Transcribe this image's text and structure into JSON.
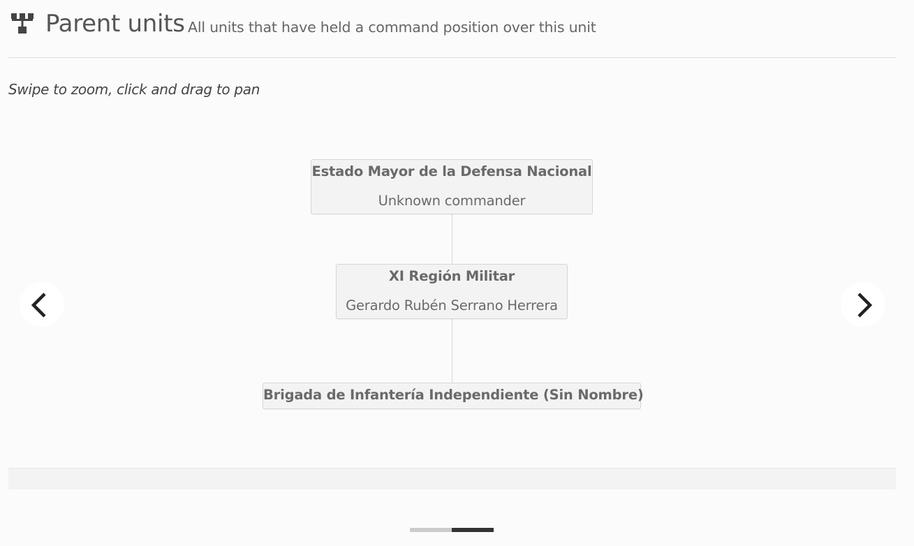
{
  "header": {
    "icon": "hierarchy-icon",
    "title": "Parent units",
    "subtitle": "All units that have held a command position over this unit"
  },
  "hint": "Swipe to zoom, click and drag to pan",
  "tree": {
    "nodes": [
      {
        "unit": "Estado Mayor de la Defensa Nacional",
        "commander": "Unknown commander"
      },
      {
        "unit": "XI Región Militar",
        "commander": "Gerardo Rubén Serrano Herrera"
      },
      {
        "unit": "Brigada de Infantería Independiente (Sin Nombre)",
        "commander": ""
      }
    ]
  },
  "navigation": {
    "prev_icon": "chevron-left-icon",
    "next_icon": "chevron-right-icon"
  },
  "pager": {
    "pages": 2,
    "active_index": 1,
    "active_color": "#333333",
    "inactive_color": "#cccccc"
  }
}
